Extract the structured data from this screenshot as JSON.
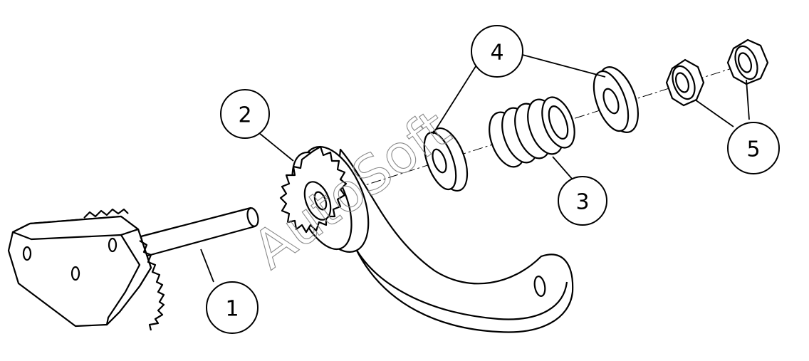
{
  "callouts": [
    {
      "id": "1",
      "label": "1"
    },
    {
      "id": "2",
      "label": "2"
    },
    {
      "id": "3",
      "label": "3"
    },
    {
      "id": "4",
      "label": "4"
    },
    {
      "id": "5",
      "label": "5"
    }
  ],
  "watermark": "AutoSoft",
  "colors": {
    "line": "#000000",
    "background": "#ffffff",
    "watermark": "#8a8a8a"
  }
}
